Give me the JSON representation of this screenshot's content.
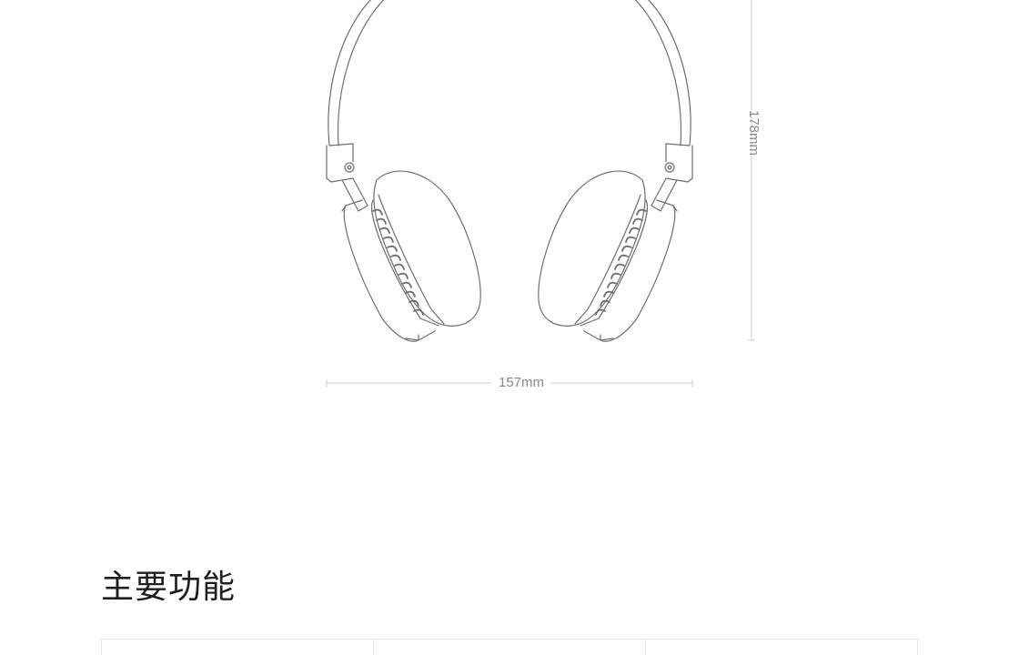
{
  "dimensions": {
    "height_label": "178mm",
    "width_label": "157mm"
  },
  "features_section": {
    "title": "主要功能",
    "cells": [
      "",
      "",
      ""
    ]
  },
  "colors": {
    "line": "#6f6f6f",
    "dimension_line": "#d0d0d0",
    "dimension_text": "#8a8a8a",
    "title": "#1f1f1f"
  },
  "icons": {
    "product": "headphones-outline-illustration"
  }
}
